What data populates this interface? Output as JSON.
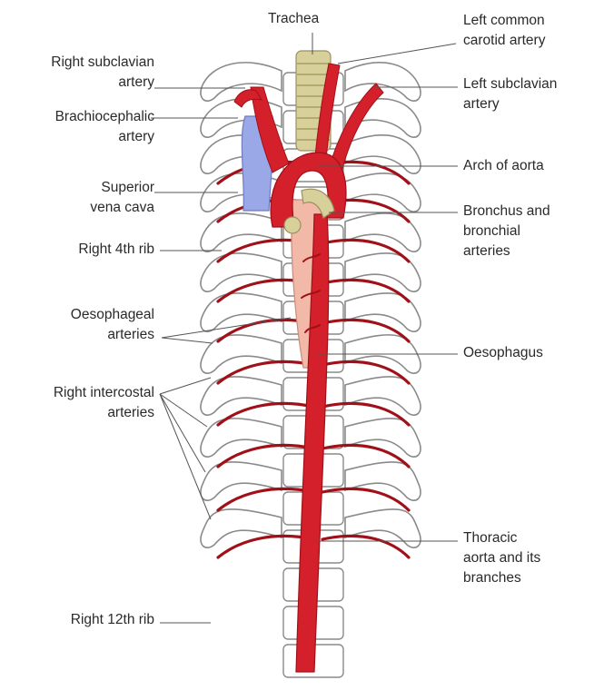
{
  "labels": {
    "trachea": "Trachea",
    "left_common_carotid": [
      "Left common",
      "carotid artery"
    ],
    "right_subclavian": [
      "Right subclavian",
      "artery"
    ],
    "left_subclavian": [
      "Left subclavian",
      "artery"
    ],
    "brachiocephalic": [
      "Brachiocephalic",
      "artery"
    ],
    "arch_of_aorta": "Arch of aorta",
    "superior_vena_cava": [
      "Superior",
      "vena cava"
    ],
    "bronchus": [
      "Bronchus and",
      "bronchial",
      "arteries"
    ],
    "right_4th_rib": "Right 4th rib",
    "oesophageal_arteries": [
      "Oesophageal",
      "arteries"
    ],
    "oesophagus": "Oesophagus",
    "right_intercostal": [
      "Right intercostal",
      "arteries"
    ],
    "thoracic_aorta": [
      "Thoracic",
      "aorta and its",
      "branches"
    ],
    "right_12th_rib": "Right 12th rib"
  },
  "colors": {
    "artery": "#d4202a",
    "artery_dark": "#a01018",
    "vein": "#9aa8e8",
    "trachea": "#d8d09a",
    "oesophagus": "#f2b8a8",
    "bone": "#ffffff",
    "bone_outline": "#8a8a8a",
    "leader": "#555555"
  }
}
